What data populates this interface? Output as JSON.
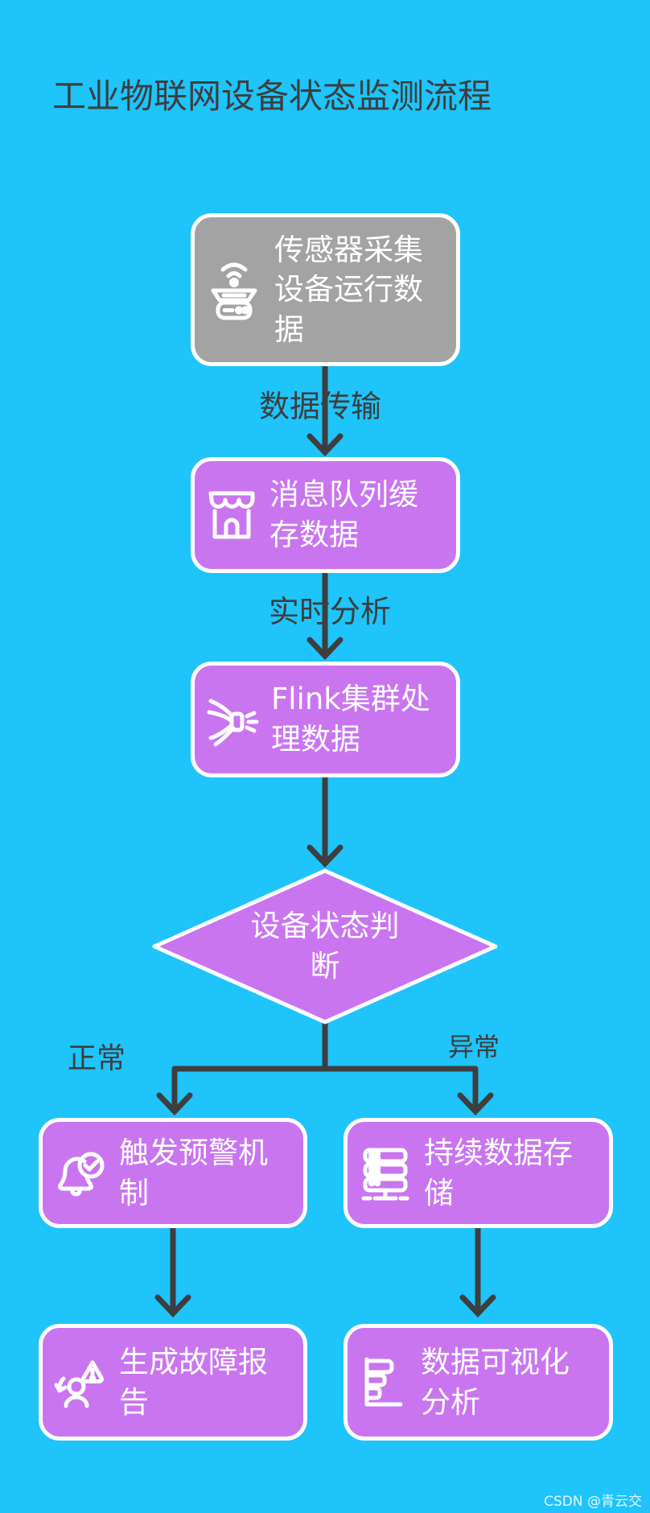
{
  "title": "工业物联网设备状态监测流程",
  "watermark": "CSDN @青云交",
  "colors": {
    "background": "#1EC4FA",
    "node_purple": "#C975F0",
    "node_gray": "#A3A3A3",
    "node_border": "#FFFFFF",
    "node_text": "#FFFFFF",
    "line_and_labels": "#3E3E3E"
  },
  "nodes": {
    "sensor": {
      "label": "传感器采集设备运行数据",
      "icon": "sensor-wifi-icon",
      "shape": "rounded-rect",
      "color": "#A3A3A3"
    },
    "queue": {
      "label": "消息队列缓存数据",
      "icon": "storefront-icon",
      "shape": "rounded-rect",
      "color": "#C975F0"
    },
    "flink": {
      "label": "Flink集群处理数据",
      "icon": "stream-spray-icon",
      "shape": "rounded-rect",
      "color": "#C975F0"
    },
    "decision": {
      "label": "设备状态判断",
      "icon": "",
      "shape": "diamond",
      "color": "#C975F0"
    },
    "alert": {
      "label": "触发预警机制",
      "icon": "bell-check-icon",
      "shape": "rounded-rect",
      "color": "#C975F0"
    },
    "storage": {
      "label": "持续数据存储",
      "icon": "server-stack-icon",
      "shape": "rounded-rect",
      "color": "#C975F0"
    },
    "report": {
      "label": "生成故障报告",
      "icon": "user-alert-icon",
      "shape": "rounded-rect",
      "color": "#C975F0"
    },
    "visual": {
      "label": "数据可视化分析",
      "icon": "bar-chart-icon",
      "shape": "rounded-rect",
      "color": "#C975F0"
    }
  },
  "edge_labels": {
    "transfer": "数据传输",
    "realtime": "实时分析",
    "normal": "正常",
    "abnormal": "异常"
  }
}
